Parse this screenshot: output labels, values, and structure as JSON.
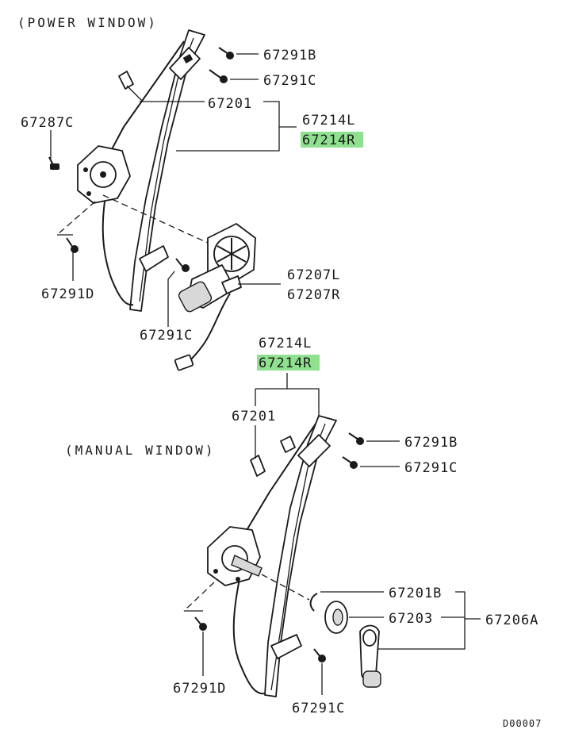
{
  "sections": {
    "power_title": "(POWER WINDOW)",
    "manual_title": "(MANUAL WINDOW)"
  },
  "power": {
    "labels": {
      "bolt_top1": "67291B",
      "bolt_top2": "67291C",
      "regulator": "67201",
      "assy_left": "67214L",
      "assy_right": "67214R",
      "bolt_side": "67287C",
      "motor_left": "67207L",
      "motor_right": "67207R",
      "bolt_bottom_left": "67291D",
      "bolt_bottom_mid": "67291C"
    }
  },
  "manual": {
    "labels": {
      "assy_left": "67214L",
      "assy_right": "67214R",
      "regulator": "67201",
      "bolt_top1": "67291B",
      "bolt_top2": "67291C",
      "clip": "67201B",
      "washer": "67203",
      "handle_set": "67206A",
      "bolt_bottom_left": "67291D",
      "bolt_bottom_mid": "67291C"
    }
  },
  "highlight_color": "#8fe08f",
  "doc_id": "D00007"
}
